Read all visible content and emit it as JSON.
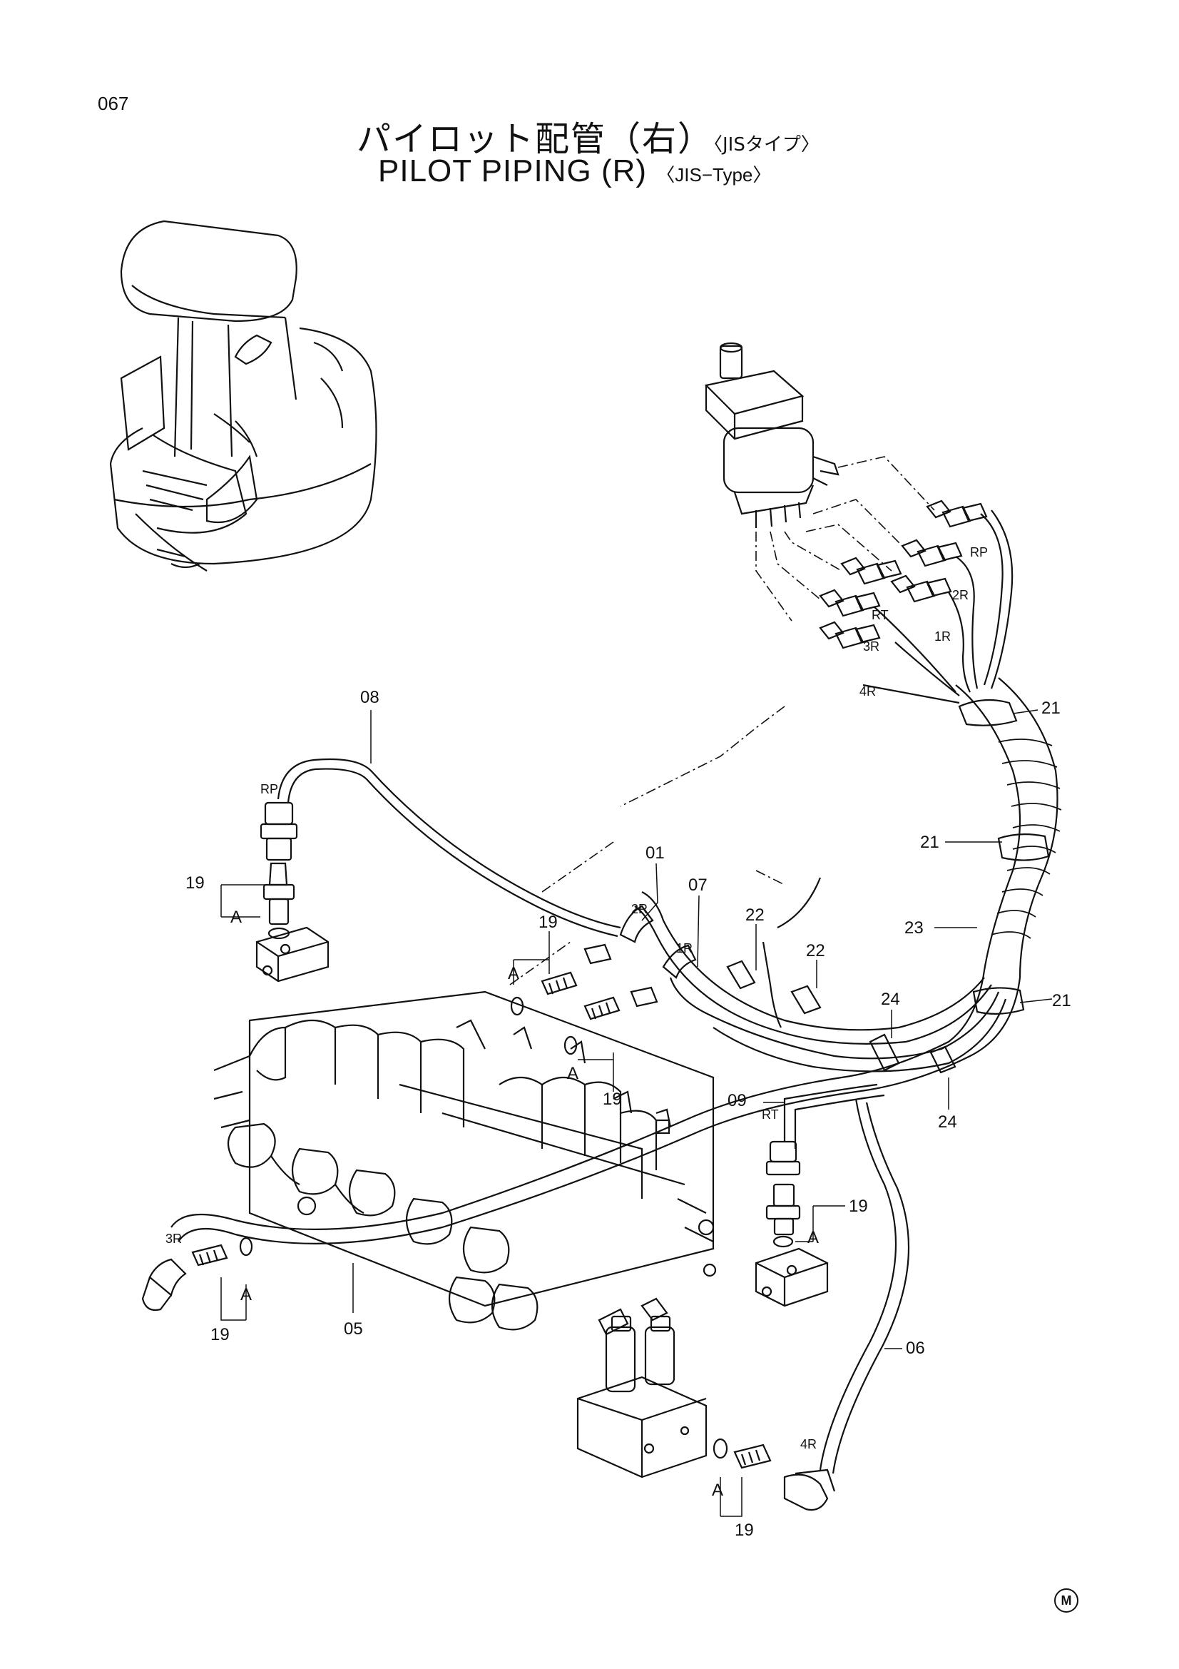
{
  "page_number": "067",
  "title_jp": "パイロット配管（右）",
  "title_jp_type": "〈JISタイプ〉",
  "title_en": "PILOT PIPING (R)",
  "title_en_type": "〈JIS−Type〉",
  "corner_mark": "M",
  "callouts": {
    "c08": "08",
    "c01": "01",
    "c07": "07",
    "c22a": "22",
    "c22b": "22",
    "c21a": "21",
    "c21b": "21",
    "c21c": "21",
    "c23": "23",
    "c24a": "24",
    "c24b": "24",
    "c09": "09",
    "c05": "05",
    "c06": "06",
    "c19a": "19",
    "c19b": "19",
    "c19c": "19",
    "c19d": "19",
    "c19e": "19",
    "c19f": "19"
  },
  "ports": {
    "rp_top": "RP",
    "r2_top": "2R",
    "rt_top": "RT",
    "r1_top": "1R",
    "r3_top": "3R",
    "r4_top": "4R",
    "rp_left": "RP",
    "r2_mid": "2R",
    "r1_mid": "1R",
    "rt_mid": "RT",
    "r3_left": "3R",
    "r4_bottom": "4R"
  },
  "a_labels": {
    "a1": "A",
    "a2": "A",
    "a3": "A",
    "a4": "A",
    "a5": "A",
    "a6": "A"
  }
}
